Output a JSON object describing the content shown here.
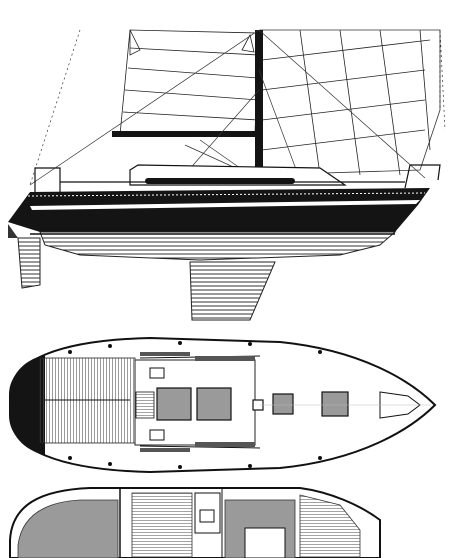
{
  "drawing": {
    "views": [
      {
        "id": "sail-plan",
        "kind": "side-profile"
      },
      {
        "id": "deck-plan",
        "kind": "top-view"
      },
      {
        "id": "interior-plan",
        "kind": "layout-partial"
      }
    ]
  },
  "colors": {
    "ink": "#111111",
    "hull_dark": "#141414",
    "paper": "#ffffff",
    "hatch": "#555555",
    "light_gray": "#9a9a9a"
  }
}
